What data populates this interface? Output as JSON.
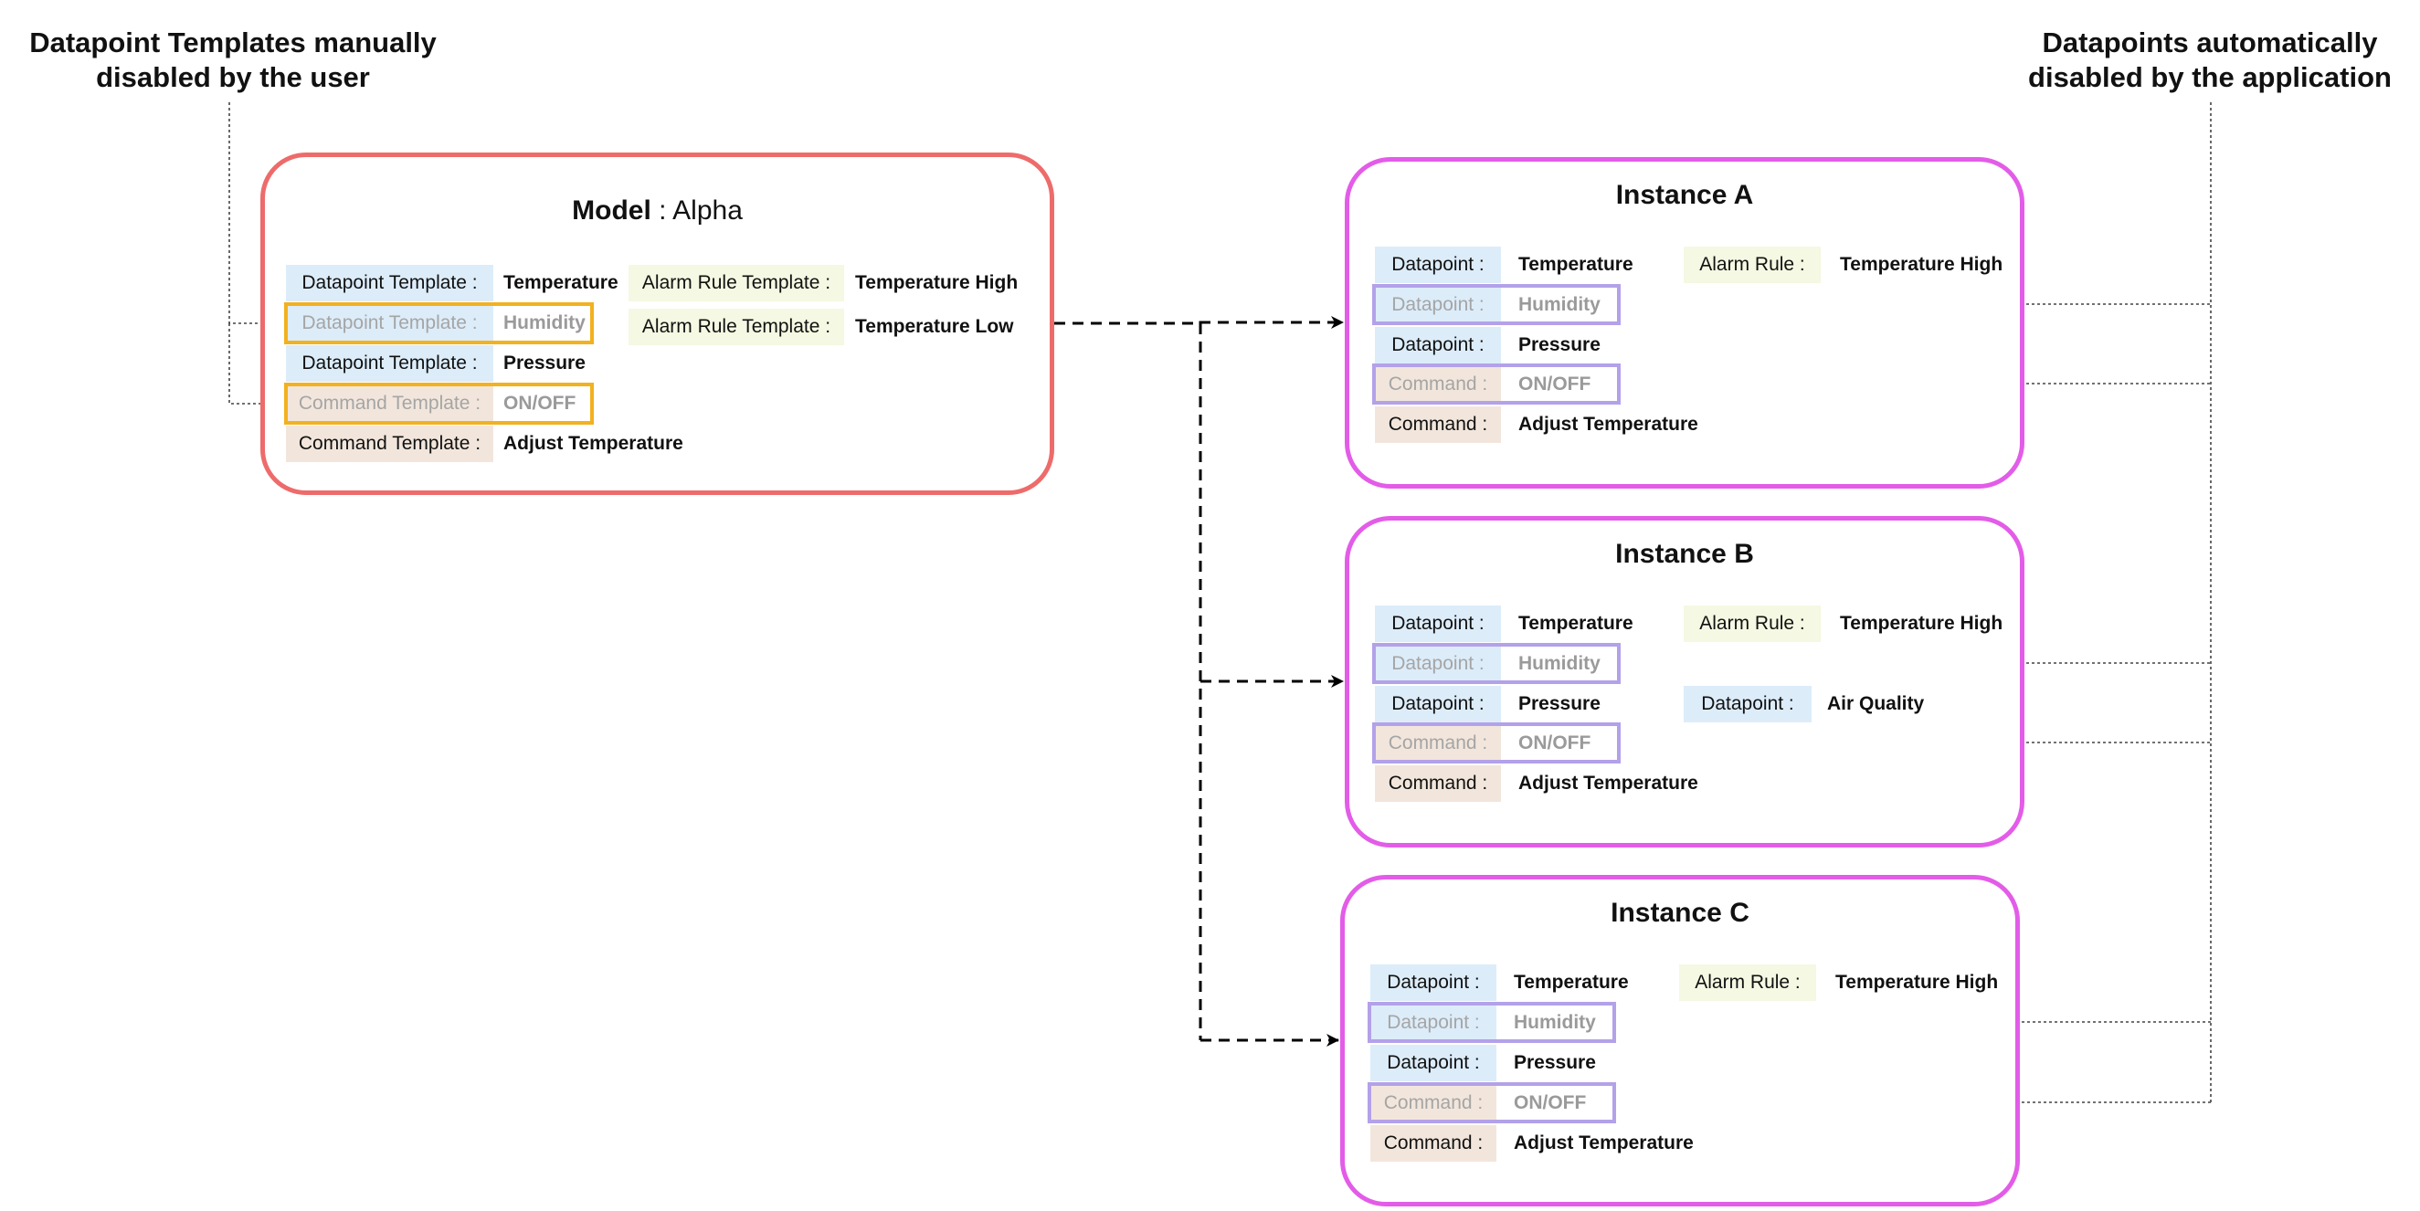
{
  "annotations": {
    "left": [
      "Datapoint Templates manually",
      "disabled by the user"
    ],
    "right": [
      "Datapoints automatically",
      "disabled by the application"
    ]
  },
  "model": {
    "title_bold": "Model",
    "title_rest": " : Alpha",
    "rows": [
      {
        "label": "Datapoint Template :",
        "value": "Temperature"
      },
      {
        "label": "Datapoint Template :",
        "value": "Humidity"
      },
      {
        "label": "Datapoint Template :",
        "value": "Pressure"
      },
      {
        "label": "Command Template :",
        "value": "ON/OFF"
      },
      {
        "label": "Command Template :",
        "value": "Adjust Temperature"
      }
    ],
    "alarms": [
      {
        "label": "Alarm Rule Template :",
        "value": "Temperature High"
      },
      {
        "label": "Alarm Rule Template :",
        "value": "Temperature Low"
      }
    ]
  },
  "instances": [
    {
      "title": "Instance A",
      "rows": [
        {
          "label": "Datapoint :",
          "value": "Temperature"
        },
        {
          "label": "Datapoint :",
          "value": "Humidity"
        },
        {
          "label": "Datapoint :",
          "value": "Pressure"
        },
        {
          "label": "Command :",
          "value": "ON/OFF"
        },
        {
          "label": "Command :",
          "value": "Adjust Temperature"
        }
      ],
      "alarm": {
        "label": "Alarm Rule :",
        "value": "Temperature High"
      }
    },
    {
      "title": "Instance B",
      "rows": [
        {
          "label": "Datapoint :",
          "value": "Temperature"
        },
        {
          "label": "Datapoint :",
          "value": "Humidity"
        },
        {
          "label": "Datapoint :",
          "value": "Pressure"
        },
        {
          "label": "Command :",
          "value": "ON/OFF"
        },
        {
          "label": "Command :",
          "value": "Adjust Temperature"
        }
      ],
      "alarm": {
        "label": "Alarm Rule :",
        "value": "Temperature High"
      },
      "extra": {
        "label": "Datapoint :",
        "value": "Air Quality"
      }
    },
    {
      "title": "Instance C",
      "rows": [
        {
          "label": "Datapoint :",
          "value": "Temperature"
        },
        {
          "label": "Datapoint :",
          "value": "Humidity"
        },
        {
          "label": "Datapoint :",
          "value": "Pressure"
        },
        {
          "label": "Command :",
          "value": "ON/OFF"
        },
        {
          "label": "Command :",
          "value": "Adjust Temperature"
        }
      ],
      "alarm": {
        "label": "Alarm Rule :",
        "value": "Temperature High"
      }
    }
  ]
}
